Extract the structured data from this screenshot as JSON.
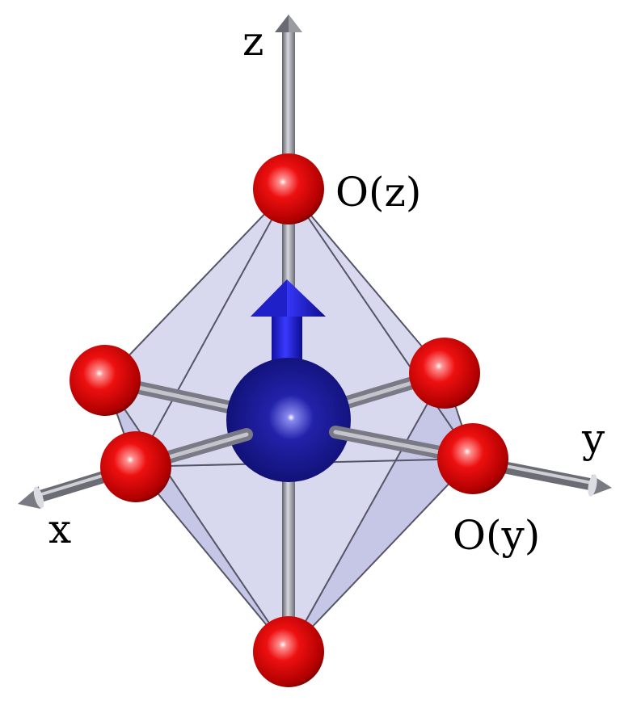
{
  "labels": {
    "axis_x": "x",
    "axis_y": "y",
    "axis_z": "z",
    "oxygen_z": "O(z)",
    "oxygen_y": "O(y)"
  },
  "colors": {
    "background": "#ffffff",
    "oxygen_atom": "#e00000",
    "central_atom": "#1a1a9a",
    "moment_arrow": "#1a1aee",
    "octahedron_face": "#b8b8e0",
    "bond": "#9a9aa6",
    "axis": "#7a7a7a",
    "text": "#000000"
  }
}
